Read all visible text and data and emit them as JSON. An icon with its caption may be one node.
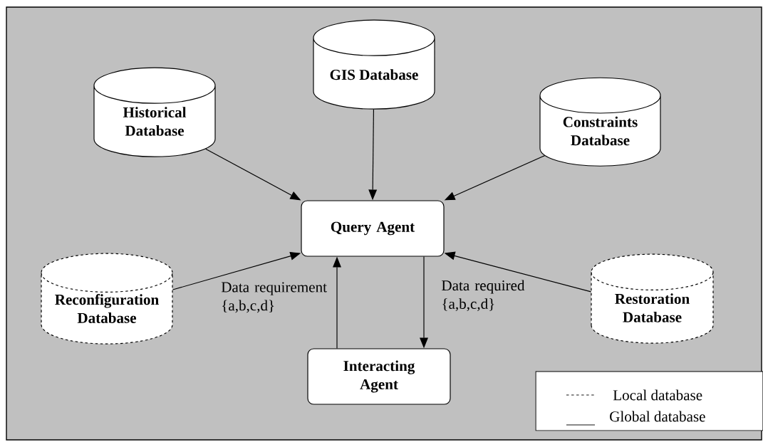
{
  "diagram": {
    "nodes": [
      {
        "text": [
          "GIS Database"
        ]
      },
      {
        "text": [
          "Historical Database"
        ]
      },
      {
        "text": [
          "Constraints Database"
        ]
      },
      {
        "text": [
          "Query Agent"
        ]
      },
      {
        "text": [
          "Reconfiguration Database"
        ]
      },
      {
        "text": [
          "Restoration Database"
        ]
      },
      {
        "text": [
          "Interacting Agent"
        ]
      }
    ],
    "edges": [
      {
        "from": 1,
        "to": 3,
        "arrow": "to"
      },
      {
        "from": 0,
        "to": 3,
        "arrow": "to"
      },
      {
        "from": 2,
        "to": 3,
        "arrow": "to"
      },
      {
        "from": 4,
        "to": 3,
        "arrow": "to"
      },
      {
        "from": 5,
        "to": 3,
        "arrow": "to"
      },
      {
        "from": 6,
        "to": 3,
        "arrow": "to",
        "label": "Data requirement {a,b,c,d}"
      },
      {
        "from": 3,
        "to": 6,
        "arrow": "to",
        "label": "Data required {a,b,c,d}"
      }
    ],
    "legend": [
      {
        "text": "Local database"
      },
      {
        "text": "Global database"
      }
    ]
  }
}
